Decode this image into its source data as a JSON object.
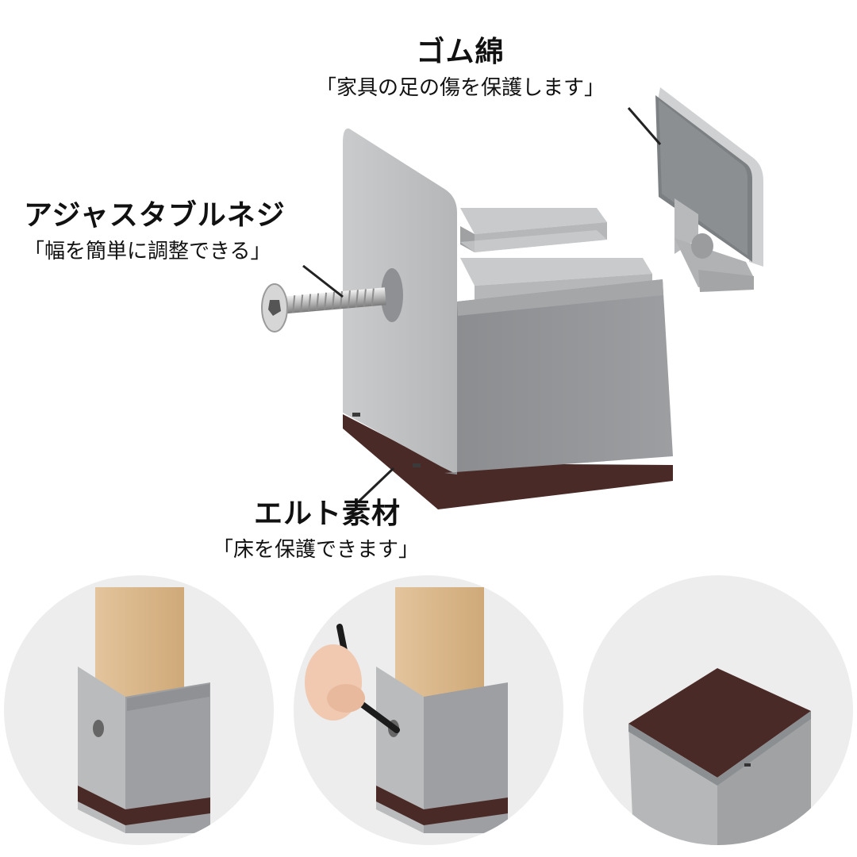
{
  "callouts": {
    "rubber": {
      "title": "ゴム綿",
      "desc": "「家具の足の傷を保護します」"
    },
    "screw": {
      "title": "アジャスタブルネジ",
      "desc": "「幅を簡単に調整できる」"
    },
    "felt": {
      "title": "エルト素材",
      "desc": "「床を保護できます」"
    }
  },
  "colors": {
    "product_gray": "#a9abad",
    "product_dark": "#7e8184",
    "felt_brown": "#4a2a27",
    "wood": "#d9b98f",
    "circle_bg": "#ededed"
  }
}
